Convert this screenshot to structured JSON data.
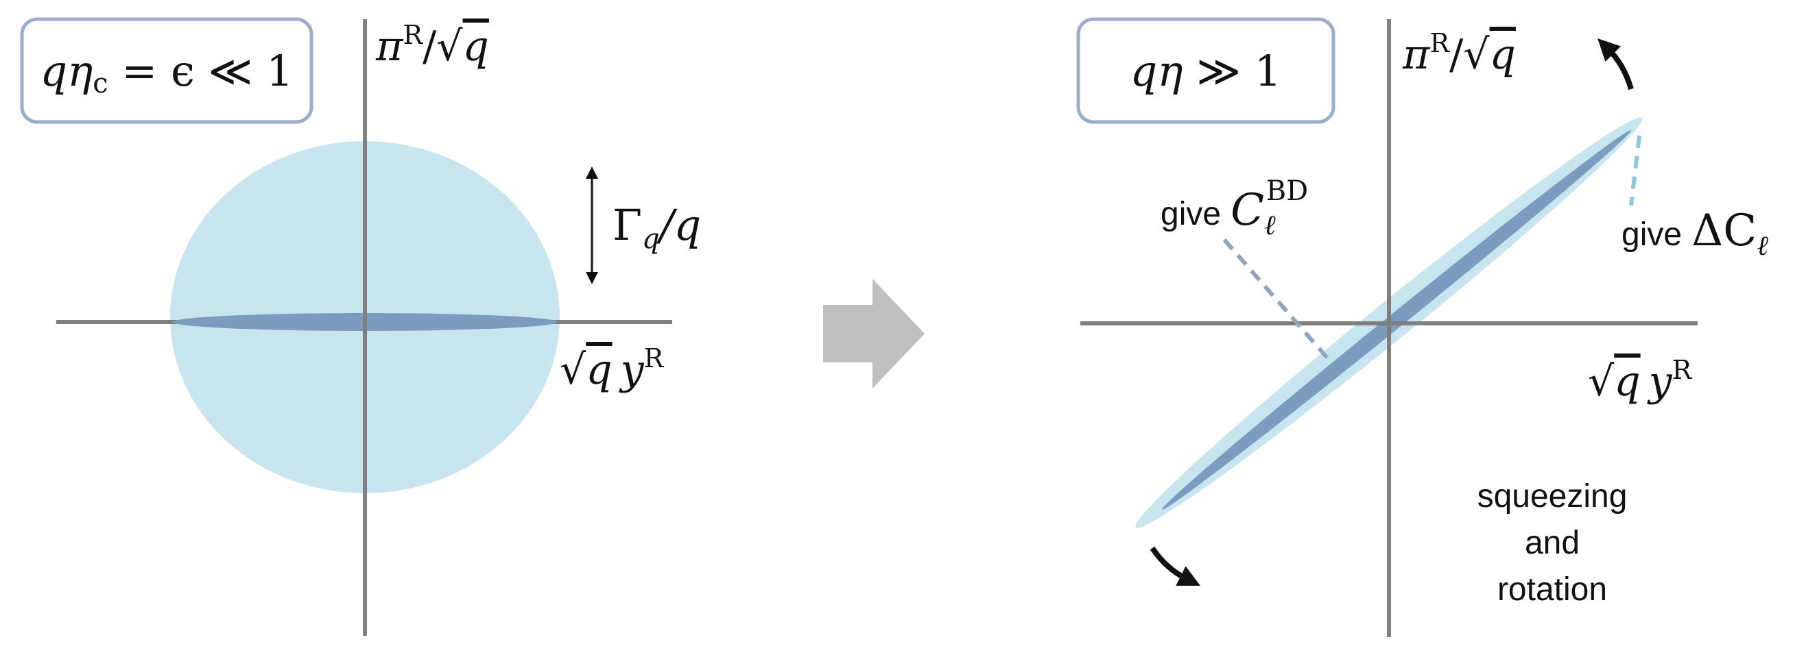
{
  "colors": {
    "axis": "#7f7f7f",
    "outer_ellipse": "#c8e4ee",
    "inner_ellipse": "#7b9cbf",
    "box_border": "#9aaec9",
    "arrow_grey": "#bfbfbf",
    "dash_bd": "#8fa4bf",
    "dash_delta": "#8ec8d8",
    "text": "#111111"
  },
  "left_panel": {
    "condition": {
      "q": "q",
      "eta": "η",
      "eta_sub": "c",
      "rest": " = ϵ ≪ 1"
    },
    "y_axis_label": {
      "pi": "π",
      "sup": "R",
      "slash": "/",
      "sqrt": "√",
      "q": "q"
    },
    "x_axis_label": {
      "sqrt": "√",
      "q": "q",
      "y": "y",
      "sup": "R"
    },
    "width_label": {
      "gamma": "Γ",
      "sub": "q",
      "rest": "/q"
    }
  },
  "right_panel": {
    "condition": {
      "q": "q",
      "eta": "η",
      "rest": " ≫ 1"
    },
    "y_axis_label": {
      "pi": "π",
      "sup": "R",
      "slash": "/",
      "sqrt": "√",
      "q": "q"
    },
    "x_axis_label": {
      "sqrt": "√",
      "q": "q",
      "y": "y",
      "sup": "R"
    },
    "give_bd": {
      "word": "give",
      "C": "C",
      "sub": "ℓ",
      "sup": "BD"
    },
    "give_delta": {
      "word": "give",
      "delta": "ΔC",
      "sub": "ℓ"
    },
    "caption": [
      "squeezing",
      "and",
      "rotation"
    ]
  },
  "transition": {
    "icon": "arrow-right-icon"
  }
}
